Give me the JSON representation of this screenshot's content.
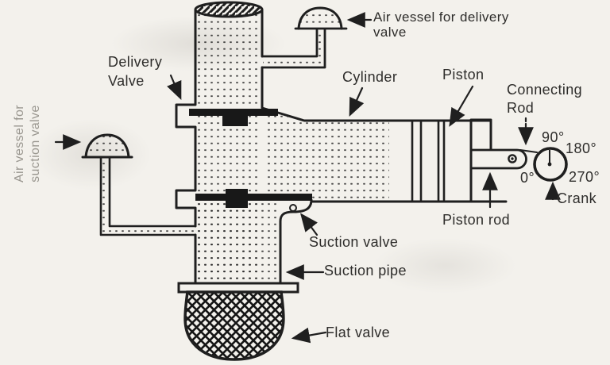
{
  "figure": {
    "title_hint": "Reciprocating pump schematic",
    "labels": {
      "air_vessel_delivery": "Air vessel for delivery valve",
      "air_vessel_suction": "Air vessel for suction valve",
      "delivery_valve": "Delivery Valve",
      "cylinder": "Cylinder",
      "piston": "Piston",
      "connecting_rod": "Connecting Rod",
      "piston_rod": "Piston rod",
      "crank": "Crank",
      "suction_valve": "Suction valve",
      "suction_pipe": "Suction pipe",
      "flat_valve": "Flat valve"
    },
    "crank_angles": {
      "a0": "0°",
      "a90": "90°",
      "a180": "180°",
      "a270": "270°"
    },
    "colors": {
      "ink": "#1f1f1f",
      "paper": "#f3f1ec",
      "faded_ink": "#8b8880"
    }
  }
}
